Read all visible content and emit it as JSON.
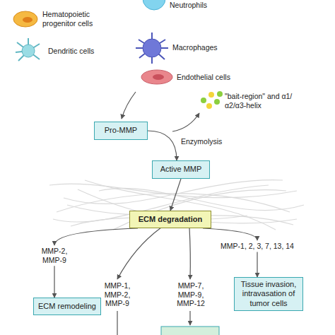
{
  "diagram": {
    "nodes": [
      {
        "text": [
          "Pro-MMP"
        ]
      },
      {
        "text": [
          "Active MMP"
        ]
      },
      {
        "text": [
          "ECM degradation"
        ]
      },
      {
        "text": [
          "ECM remodeling"
        ]
      },
      {
        "text": [
          "Tissue invasion, intravasation of tumor cells"
        ]
      }
    ],
    "edges": [
      {
        "from": 0,
        "to": 1,
        "label": "Enzymolysis",
        "arrow": "to"
      },
      {
        "from": 1,
        "to": 2,
        "arrow": "to"
      },
      {
        "from": 2,
        "to": 3,
        "label": "MMP-2, MMP-9",
        "arrow": "to"
      },
      {
        "from": 2,
        "to": 4,
        "label": "MMP-1, 2, 3, 7, 13, 14",
        "arrow": "to"
      }
    ],
    "labels": [
      "Hematopoietic progenitor cells",
      "Neutrophils",
      "Dendritic cells",
      "Macrophages",
      "Endothelial cells",
      "\"bait-region\" and α1/ α2/α3-helix",
      "MMP-1, MMP-2, MMP-9",
      "MMP-7, MMP-9, MMP-12"
    ]
  }
}
